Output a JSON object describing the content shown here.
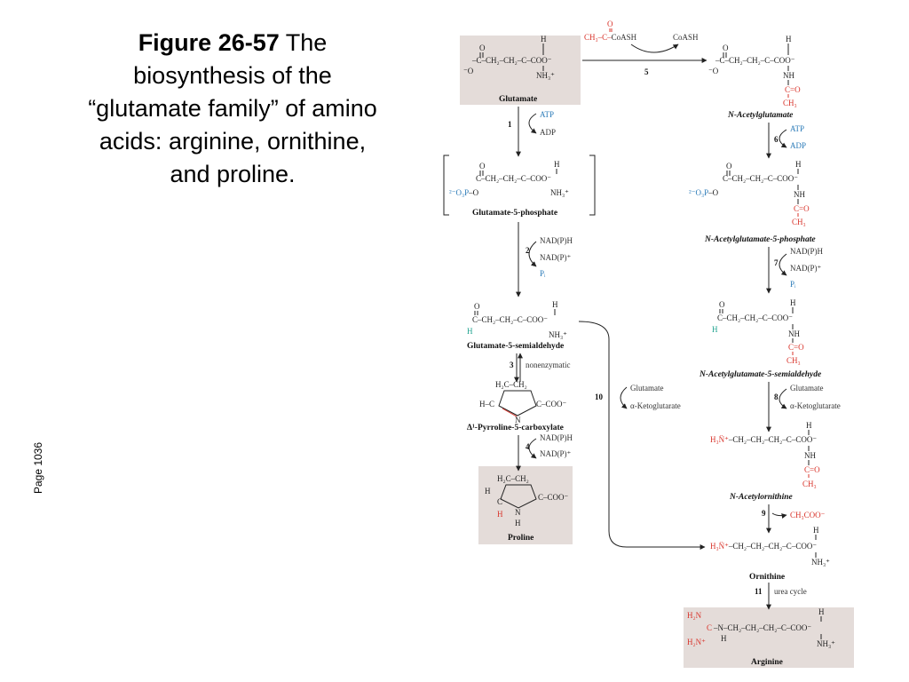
{
  "caption": {
    "figure": "Figure 26-57",
    "text": "The biosynthesis of the “glutamate family” of amino acids: arginine, ornithine, and proline."
  },
  "page_label": "Page 1036",
  "colors": {
    "highlight_box": "#e4dcd9",
    "acetyl": "#d9342b",
    "phosphate": "#2a7ab8",
    "hydride": "#1fa38f"
  },
  "compounds": {
    "glutamate": "Glutamate",
    "glutamate_5_phosphate": "Glutamate-5-phosphate",
    "glutamate_5_semialdehyde": "Glutamate-5-semialdehyde",
    "pyrroline_5_carboxylate": "Δ¹-Pyrroline-5-carboxylate",
    "proline": "Proline",
    "n_acetylglutamate": "N-Acetylglutamate",
    "n_acetylglutamate_5_phosphate": "N-Acetylglutamate-5-phosphate",
    "n_acetylglutamate_5_semialdehyde": "N-Acetylglutamate-5-semialdehyde",
    "n_acetylornithine": "N-Acetylornithine",
    "ornithine": "Ornithine",
    "arginine": "Arginine"
  },
  "steps": [
    "1",
    "2",
    "3",
    "4",
    "5",
    "6",
    "7",
    "8",
    "9",
    "10",
    "11"
  ],
  "cofactors": {
    "s5_in": "CH₃–C–CoASH",
    "s5_out": "CoASH",
    "s1_in": "ATP",
    "s1_out": "ADP",
    "s2_in": "NAD(P)H",
    "s2_out": "NAD(P)⁺",
    "s2_pi": "Pᵢ",
    "s3": "nonenzymatic",
    "s4_in": "NAD(P)H",
    "s4_out": "NAD(P)⁺",
    "s6_in": "ATP",
    "s6_out": "ADP",
    "s7_in": "NAD(P)H",
    "s7_out": "NAD(P)⁺",
    "s7_pi": "Pᵢ",
    "s8_in": "Glutamate",
    "s8_out": "α-Ketoglutarate",
    "s10_in": "Glutamate",
    "s10_out": "α-Ketoglutarate",
    "s9_out": "CH₃COO⁻",
    "s11": "urea cycle"
  }
}
